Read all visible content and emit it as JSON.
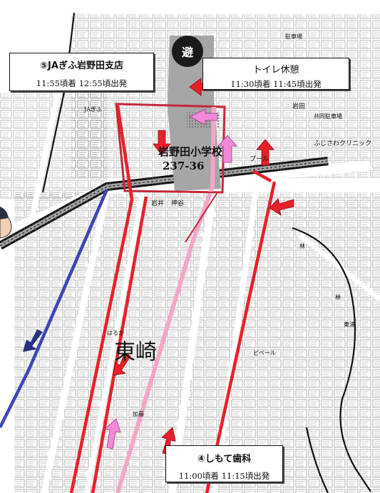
{
  "callouts": {
    "ja_branch": {
      "title": "⑤JAぎふ岩野田支店",
      "schedule": "11:55頃着 12:55頃出発"
    },
    "toilet_break": {
      "title": "トイレ休憩",
      "schedule": "11:30頃着 11:45頃出発"
    },
    "dental": {
      "title": "④しもて歯科",
      "schedule": "11:00頃着 11:15頃出発"
    }
  },
  "map_labels": {
    "evacuation_mark": "避",
    "school": "岩野田小学校",
    "school_number": "237-36",
    "district": "東崎",
    "pool": "プール",
    "clinic": "ふじさわクリニック",
    "hayashi": "林",
    "kamiya": "神谷",
    "iwai": "岩井",
    "parking": "駐車場",
    "shared_parking": "共同駐車場",
    "iwata": "岩田",
    "ja_gifu": "JAぎふ",
    "higashiura": "東浦",
    "pivert": "ピベール",
    "kaden": "加藤",
    "haruka": "はるか"
  },
  "route_colors": {
    "red": "#e8202a",
    "pink": "#f4a6c8",
    "blue": "#3c46b8",
    "dark_red": "#c4283c",
    "school_shade": "#a8a8a8",
    "arrow_pink": "#f08ad8"
  }
}
